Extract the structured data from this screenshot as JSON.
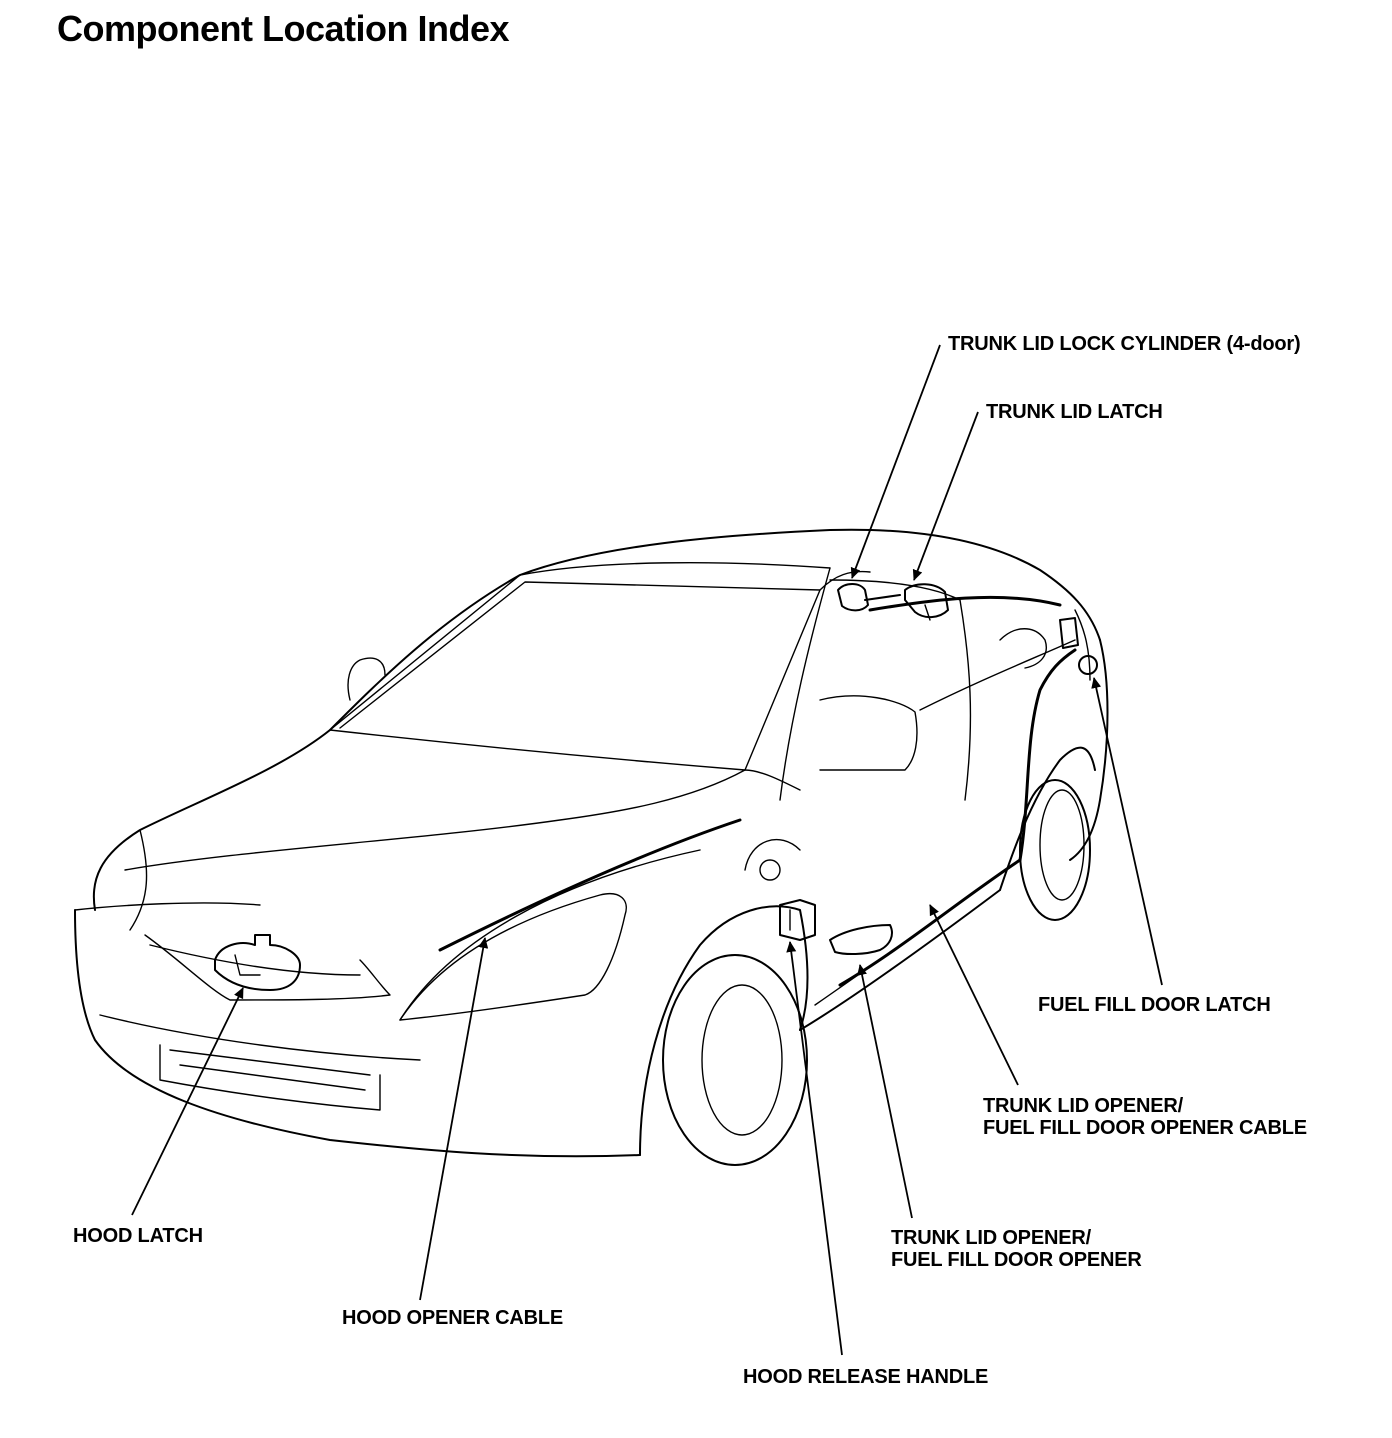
{
  "title": "Component Location Index",
  "callouts": {
    "trunk_lid_lock_cylinder": "TRUNK LID LOCK CYLINDER (4-door)",
    "trunk_lid_latch": "TRUNK LID LATCH",
    "fuel_fill_door_latch": "FUEL FILL DOOR LATCH",
    "opener_cable_line1": "TRUNK LID OPENER/",
    "opener_cable_line2": "FUEL FILL DOOR OPENER CABLE",
    "opener_line1": "TRUNK LID OPENER/",
    "opener_line2": "FUEL FILL DOOR OPENER",
    "hood_latch": "HOOD LATCH",
    "hood_opener_cable": "HOOD OPENER CABLE",
    "hood_release_handle": "HOOD RELEASE HANDLE"
  }
}
